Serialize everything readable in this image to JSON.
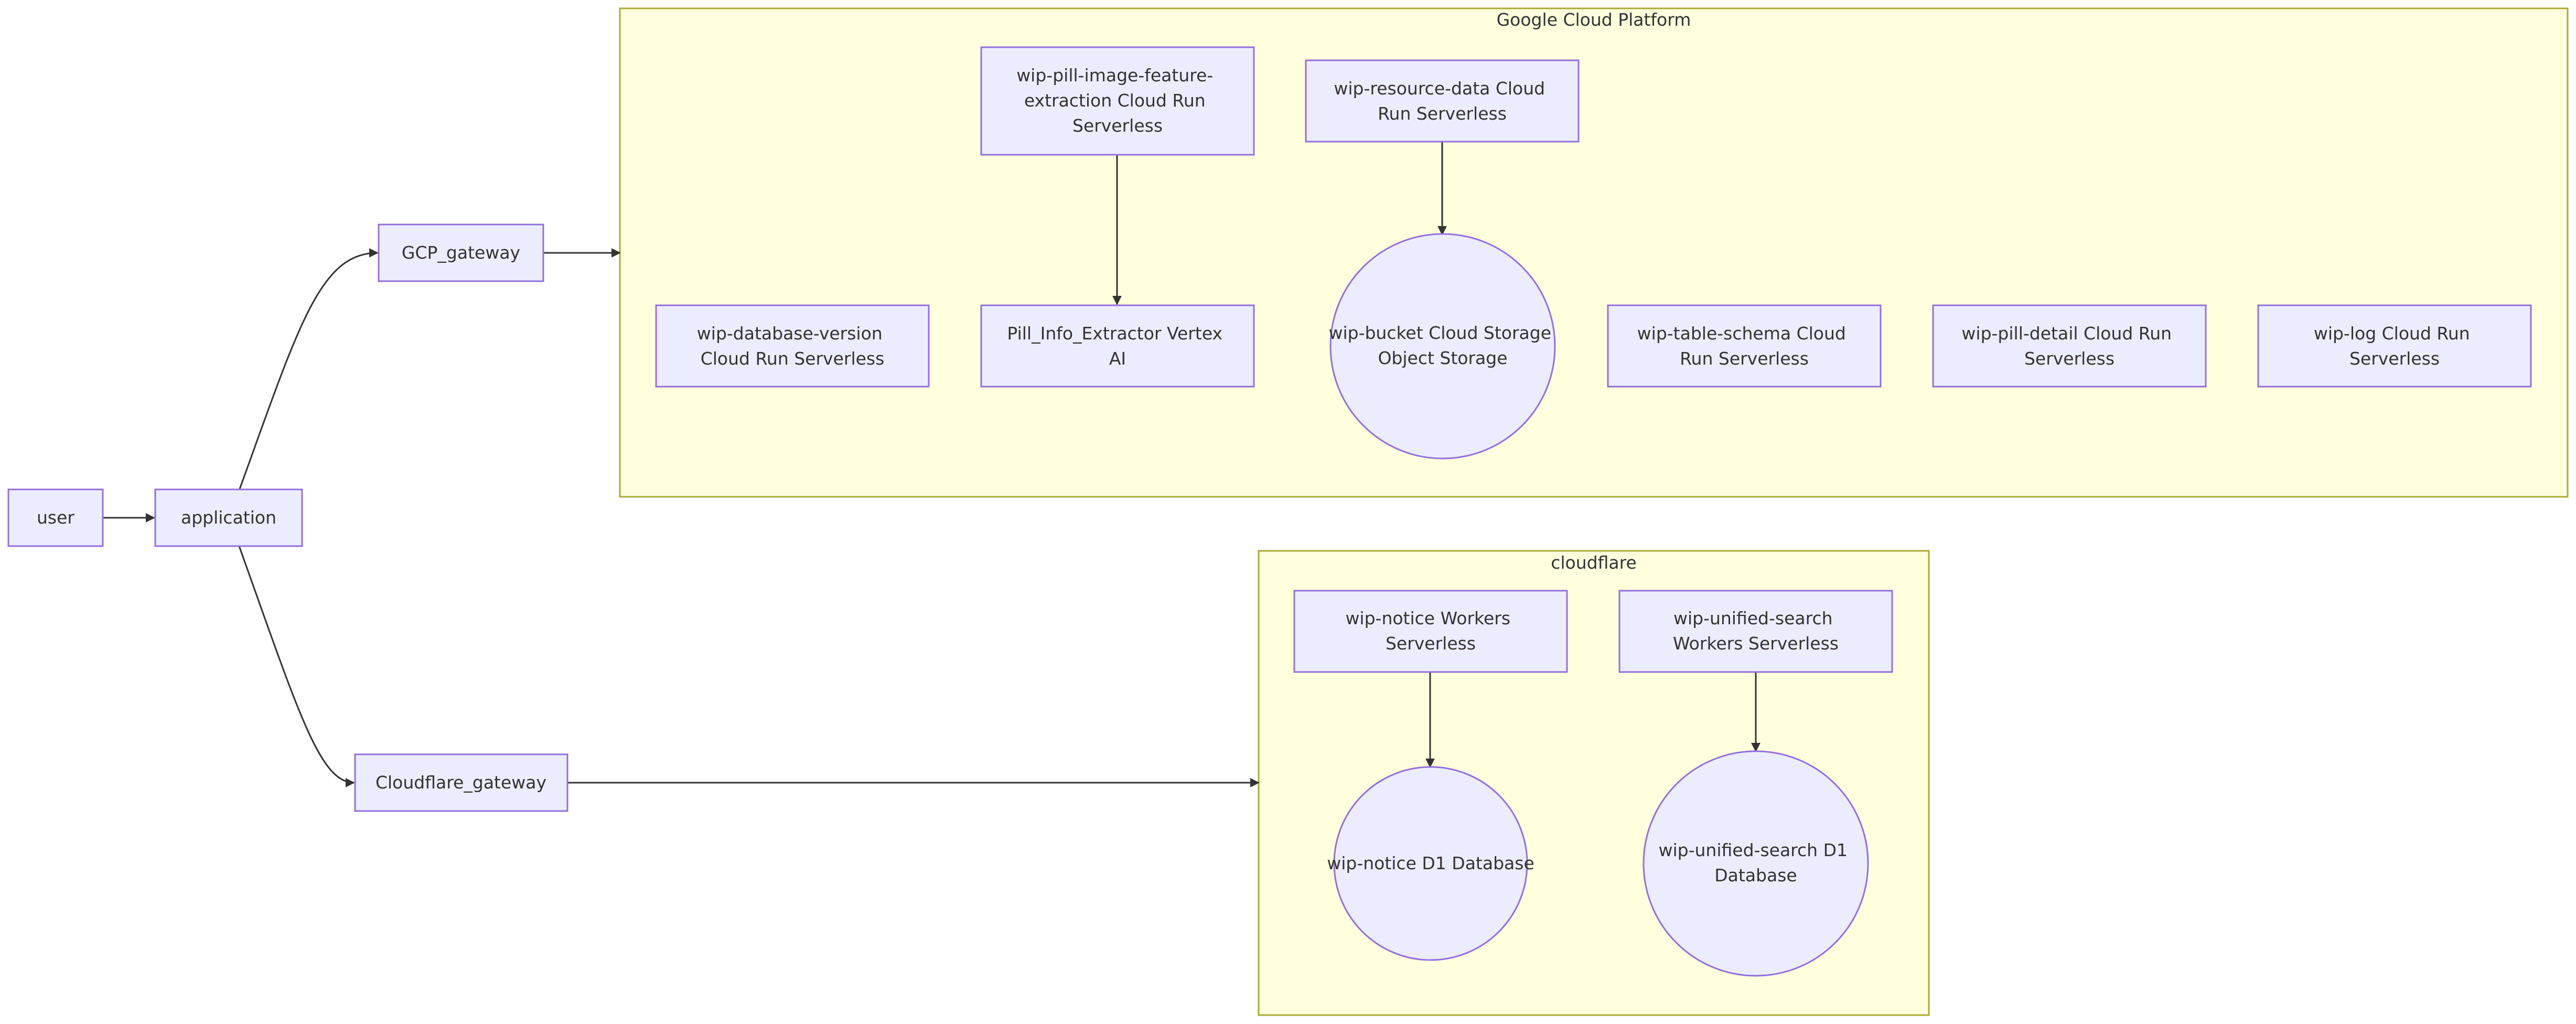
{
  "clusters": {
    "gcp": {
      "title": "Google Cloud Platform"
    },
    "cloudflare": {
      "title": "cloudflare"
    }
  },
  "nodes": {
    "user": {
      "lines": [
        "user"
      ]
    },
    "application": {
      "lines": [
        "application"
      ]
    },
    "gcp_gateway": {
      "lines": [
        "GCP_gateway"
      ]
    },
    "cloudflare_gateway": {
      "lines": [
        "Cloudflare_gateway"
      ]
    },
    "pill_image_feature": {
      "lines": [
        "wip-pill-image-feature-",
        "extraction Cloud Run",
        "Serverless"
      ]
    },
    "resource_data": {
      "lines": [
        "wip-resource-data Cloud",
        "Run Serverless"
      ]
    },
    "database_version": {
      "lines": [
        "wip-database-version",
        "Cloud Run Serverless"
      ]
    },
    "pill_info_extractor": {
      "lines": [
        "Pill_Info_Extractor Vertex",
        "AI"
      ]
    },
    "bucket": {
      "lines": [
        "wip-bucket Cloud Storage",
        "Object Storage"
      ]
    },
    "table_schema": {
      "lines": [
        "wip-table-schema Cloud",
        "Run Serverless"
      ]
    },
    "pill_detail": {
      "lines": [
        "wip-pill-detail Cloud Run",
        "Serverless"
      ]
    },
    "log": {
      "lines": [
        "wip-log Cloud Run",
        "Serverless"
      ]
    },
    "notice_workers": {
      "lines": [
        "wip-notice Workers",
        "Serverless"
      ]
    },
    "unified_search_workers": {
      "lines": [
        "wip-unified-search",
        "Workers Serverless"
      ]
    },
    "notice_d1": {
      "lines": [
        "wip-notice D1 Database"
      ]
    },
    "unified_search_d1": {
      "lines": [
        "wip-unified-search D1",
        "Database"
      ]
    }
  }
}
